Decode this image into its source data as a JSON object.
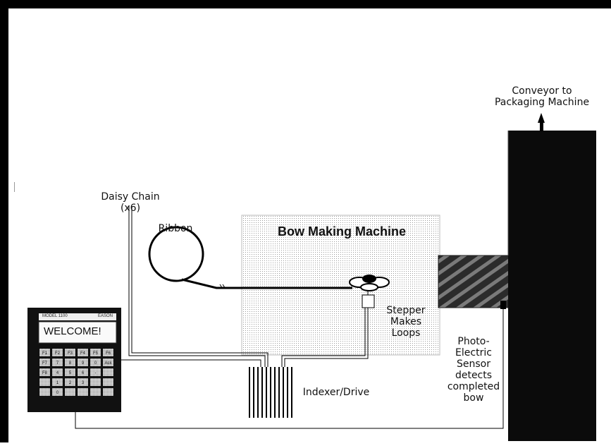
{
  "labels": {
    "conveyor": "Conveyor to\nPackaging Machine",
    "daisy_chain": "Daisy Chain\n(x6)",
    "ribbon": "Ribbon",
    "bow_machine": "Bow Making Machine",
    "stepper": "Stepper\nMakes\nLoops",
    "sensor": "Photo-\nElectric\nSensor\ndetects\ncompleted\nbow",
    "indexer": "Indexer/Drive"
  },
  "operator_panel": {
    "model": "MODEL 1100",
    "brand": "EASON",
    "display_text": "WELCOME!",
    "keys": [
      [
        "F1",
        "F2",
        "F3",
        "F4",
        "F5",
        "F6"
      ],
      [
        "F7",
        "7",
        "8",
        "9",
        "0",
        "Ack"
      ],
      [
        "F8",
        "4",
        "5",
        "6",
        "-",
        ""
      ],
      [
        "",
        "1",
        "2",
        "3",
        "",
        ""
      ],
      [
        "",
        "0",
        "",
        "",
        "",
        ""
      ]
    ]
  }
}
